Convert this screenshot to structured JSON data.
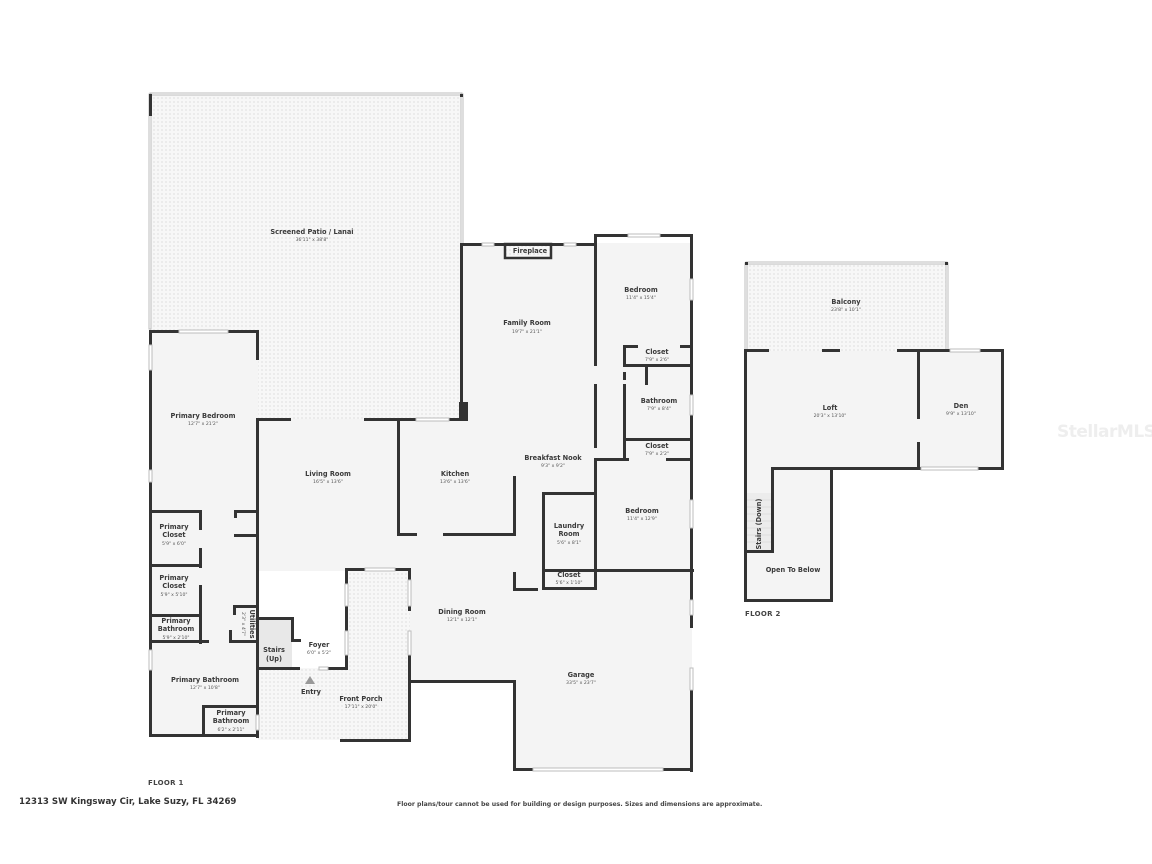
{
  "floor1": {
    "label": "FLOOR 1",
    "rooms": {
      "screened_patio": {
        "name": "Screened Patio / Lanai",
        "dim": "36'11\" x 38'8\""
      },
      "fireplace": {
        "name": "Fireplace"
      },
      "family_room": {
        "name": "Family Room",
        "dim": "19'7\" x 21'1\""
      },
      "bedroom_1": {
        "name": "Bedroom",
        "dim": "11'4\" x 15'4\""
      },
      "closet_1": {
        "name": "Closet",
        "dim": "7'9\" x 2'6\""
      },
      "bathroom": {
        "name": "Bathroom",
        "dim": "7'9\" x 8'4\""
      },
      "closet_2": {
        "name": "Closet",
        "dim": "7'9\" x 2'2\""
      },
      "primary_bedroom": {
        "name": "Primary Bedroom",
        "dim": "12'7\" x 21'2\""
      },
      "living_room": {
        "name": "Living Room",
        "dim": "16'5\" x 13'6\""
      },
      "kitchen": {
        "name": "Kitchen",
        "dim": "13'6\" x 13'6\""
      },
      "breakfast_nook": {
        "name": "Breakfast Nook",
        "dim": "9'3\" x 9'2\""
      },
      "bedroom_2": {
        "name": "Bedroom",
        "dim": "11'4\" x 12'9\""
      },
      "laundry_room": {
        "name_line1": "Laundry",
        "name_line2": "Room",
        "dim": "5'6\" x 8'1\""
      },
      "closet_3": {
        "name": "Closet",
        "dim": "5'6\" x 1'10\""
      },
      "primary_closet_1": {
        "name_line1": "Primary",
        "name_line2": "Closet",
        "dim": "5'9\" x 6'0\""
      },
      "primary_closet_2": {
        "name_line1": "Primary",
        "name_line2": "Closet",
        "dim": "5'9\" x 5'10\""
      },
      "primary_bathroom_small": {
        "name_line1": "Primary",
        "name_line2": "Bathroom",
        "dim": "5'9\" x 2'10\""
      },
      "utilities": {
        "name": "Utilities",
        "dim": "2'3\" x 4'7\""
      },
      "stairs_up": {
        "name_line1": "Stairs",
        "name_line2": "(Up)"
      },
      "foyer": {
        "name": "Foyer",
        "dim": "6'0\" x 5'2\""
      },
      "entry": {
        "name": "Entry"
      },
      "dining_room": {
        "name": "Dining Room",
        "dim": "12'1\" x 12'1\""
      },
      "garage": {
        "name": "Garage",
        "dim": "33'5\" x 23'7\""
      },
      "primary_bathroom": {
        "name": "Primary Bathroom",
        "dim": "12'7\" x 10'8\""
      },
      "primary_bathroom_2": {
        "name_line1": "Primary",
        "name_line2": "Bathroom",
        "dim": "6'2\" x 2'11\""
      },
      "front_porch": {
        "name": "Front Porch",
        "dim": "17'11\" x 20'0\""
      }
    }
  },
  "floor2": {
    "label": "FLOOR 2",
    "rooms": {
      "balcony": {
        "name": "Balcony",
        "dim": "23'8\" x 10'1\""
      },
      "loft": {
        "name": "Loft",
        "dim": "20'3\" x 13'10\""
      },
      "den": {
        "name": "Den",
        "dim": "9'9\" x 13'10\""
      },
      "stairs_down": {
        "name": "Stairs (Down)"
      },
      "open_to_below": {
        "name": "Open To Below"
      }
    }
  },
  "footer": {
    "address": "12313 SW Kingsway Cir, Lake Suzy, FL 34269",
    "disclaimer": "Floor plans/tour cannot be used for building or design purposes. Sizes and dimensions are approximate."
  },
  "watermark": "StellarMLS",
  "colors": {
    "wall": "#333333",
    "floor": "#f4f4f4",
    "outdoor_pattern": "#e6e6e6",
    "window": "#bdbdbd"
  }
}
